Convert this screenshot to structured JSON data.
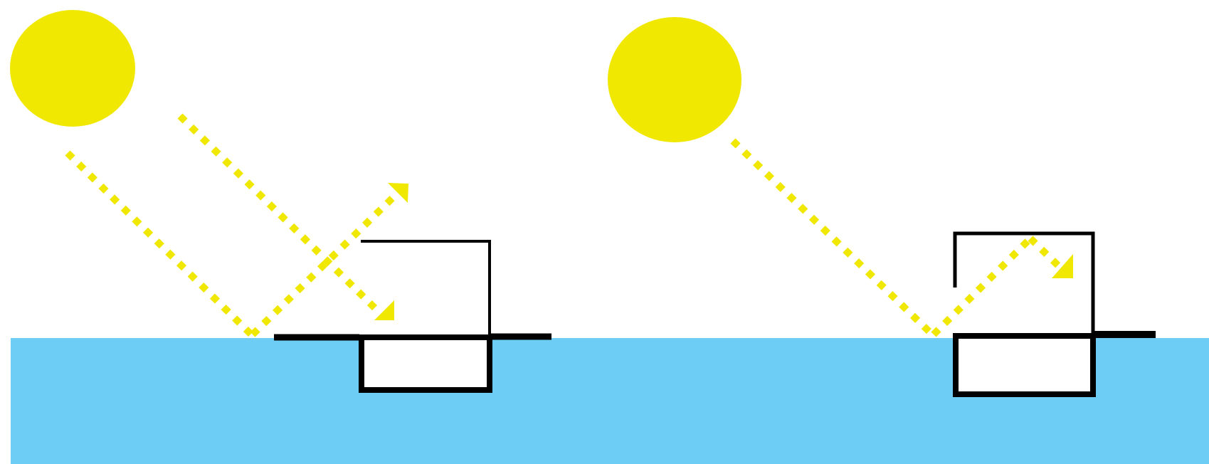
{
  "colors": {
    "background": "#ffffff",
    "water": "#6dcdf4",
    "sun": "#f0e800",
    "ray": "#f0e800",
    "structure": "#000000"
  },
  "panels": [
    {
      "id": "left-scene",
      "sun_icon": "sun-icon",
      "rays": [
        {
          "name": "incident-ray-1",
          "direction": "down-right",
          "arrowhead": false
        },
        {
          "name": "reflected-ray",
          "direction": "up-right",
          "arrowhead": true
        },
        {
          "name": "incident-ray-2",
          "direction": "down-right",
          "arrowhead": true
        }
      ],
      "structure": "open-box-on-water"
    },
    {
      "id": "right-scene",
      "sun_icon": "sun-icon",
      "rays": [
        {
          "name": "incident-ray",
          "direction": "down-right",
          "arrowhead": false
        },
        {
          "name": "reflected-ray-inside-box",
          "direction": "up-right-then-down-right",
          "arrowhead": true
        }
      ],
      "structure": "enclosed-box-on-water"
    }
  ]
}
